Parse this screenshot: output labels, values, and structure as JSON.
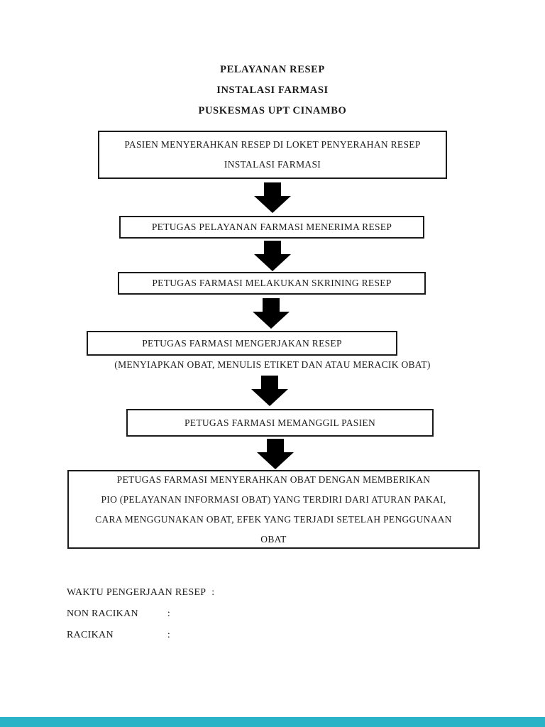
{
  "page": {
    "background": "#ffffff",
    "text_color": "#1b1b1b",
    "viewer_bottom_bar_color": "#2ab3c6"
  },
  "title": {
    "lines": [
      "PELAYANAN RESEP",
      "INSTALASI FARMASI",
      "PUSKESMAS UPT CINAMBO"
    ]
  },
  "flowchart": {
    "arrow_color": "#000000",
    "arrow_icon": "down-block-arrow",
    "steps": [
      {
        "lines": [
          "PASIEN MENYERAHKAN RESEP DI LOKET PENYERAHAN RESEP",
          "INSTALASI FARMASI"
        ]
      },
      {
        "lines": [
          "PETUGAS PELAYANAN FARMASI MENERIMA RESEP"
        ]
      },
      {
        "lines": [
          "PETUGAS FARMASI MELAKUKAN SKRINING RESEP"
        ]
      },
      {
        "lines": [
          "PETUGAS FARMASI MENGERJAKAN RESEP"
        ],
        "note": "(MENYIAPKAN OBAT, MENULIS ETIKET DAN ATAU MERACIK OBAT)"
      },
      {
        "lines": [
          "PETUGAS FARMASI MEMANGGIL PASIEN"
        ]
      },
      {
        "lines": [
          "PETUGAS FARMASI MENYERAHKAN OBAT DENGAN MEMBERIKAN",
          "PIO (PELAYANAN INFORMASI OBAT) YANG TERDIRI DARI ATURAN PAKAI,",
          "CARA MENGGUNAKAN OBAT, EFEK YANG TERJADI SETELAH PENGGUNAAN",
          "OBAT"
        ]
      }
    ]
  },
  "footer": {
    "rows": [
      {
        "label": "WAKTU PENGERJAAN RESEP",
        "colon": ":"
      },
      {
        "label": "NON RACIKAN",
        "colon": ":"
      },
      {
        "label": "RACIKAN",
        "colon": ":"
      }
    ]
  }
}
